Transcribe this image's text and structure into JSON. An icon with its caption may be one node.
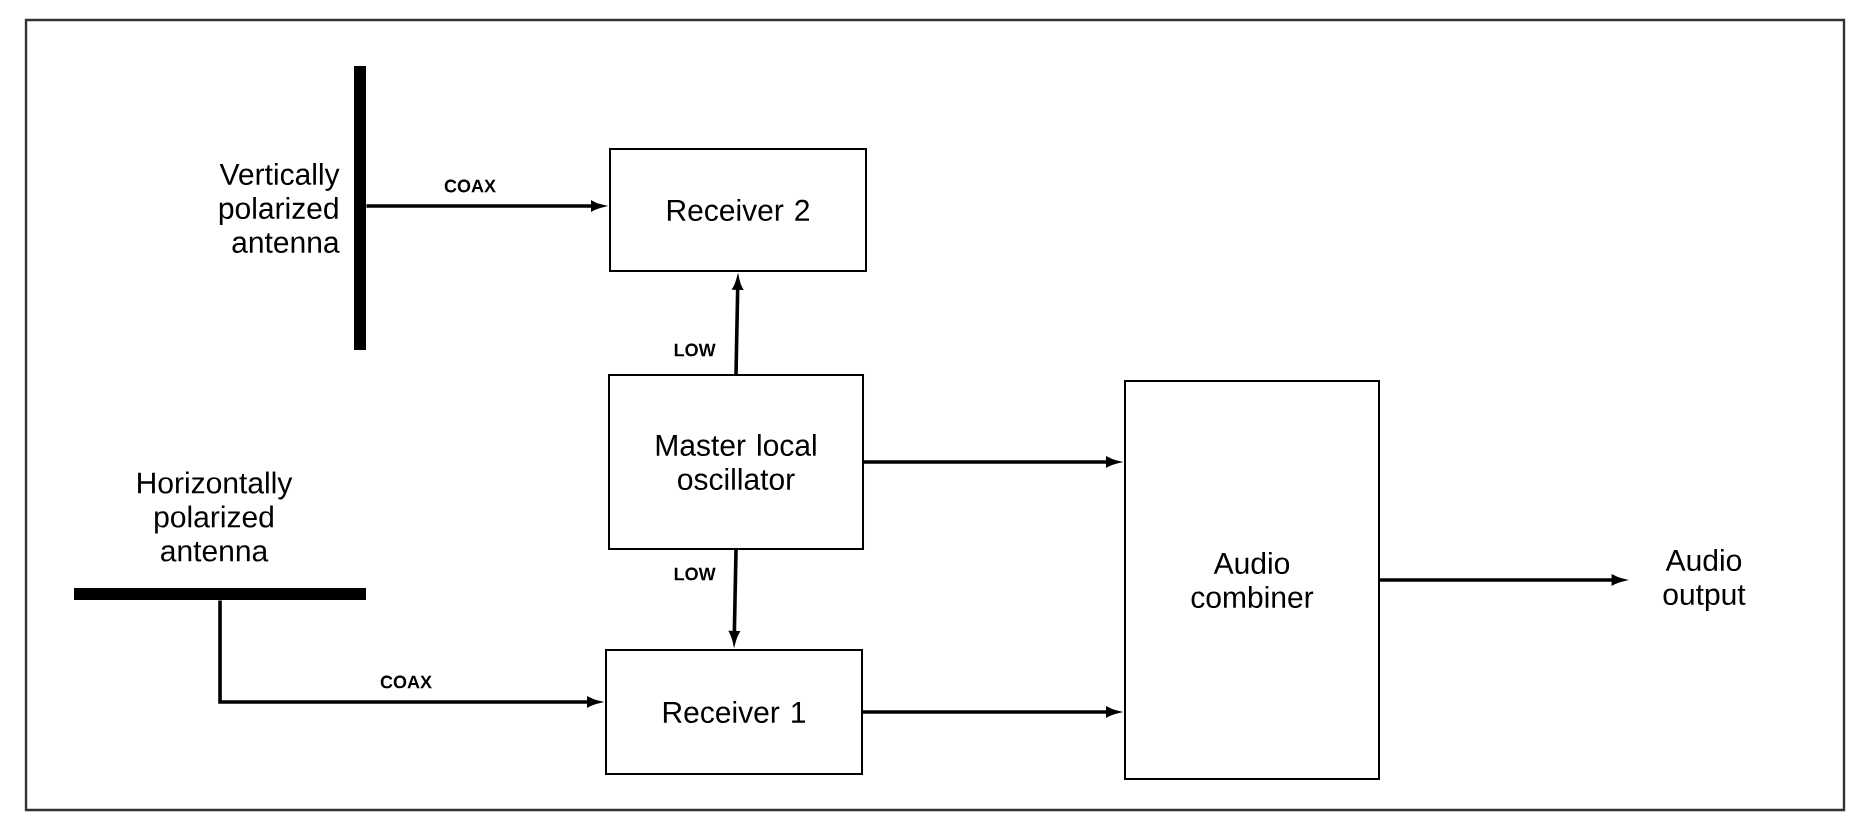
{
  "diagram": {
    "nodes": [
      {
        "text": [
          "Vertically polarized antenna"
        ]
      },
      {
        "text": [
          "Receiver 2"
        ]
      },
      {
        "text": [
          "Master local oscillator"
        ]
      },
      {
        "text": [
          "Horizontally polarized antenna"
        ]
      },
      {
        "text": [
          "Receiver 1"
        ]
      },
      {
        "text": [
          "Audio combiner"
        ]
      },
      {
        "text": [
          "Audio output"
        ]
      }
    ],
    "edges": [
      {
        "from": 0,
        "to": 1,
        "arrow": "to",
        "label": "COAX"
      },
      {
        "from": 2,
        "to": 1,
        "arrow": "to",
        "label": "LOW"
      },
      {
        "from": 2,
        "to": 4,
        "arrow": "to",
        "label": "LOW"
      },
      {
        "from": 3,
        "to": 4,
        "arrow": "to",
        "label": "COAX"
      },
      {
        "from": 2,
        "to": 5,
        "arrow": "to"
      },
      {
        "from": 4,
        "to": 5,
        "arrow": "to"
      },
      {
        "from": 5,
        "to": 6,
        "arrow": "to"
      }
    ]
  }
}
